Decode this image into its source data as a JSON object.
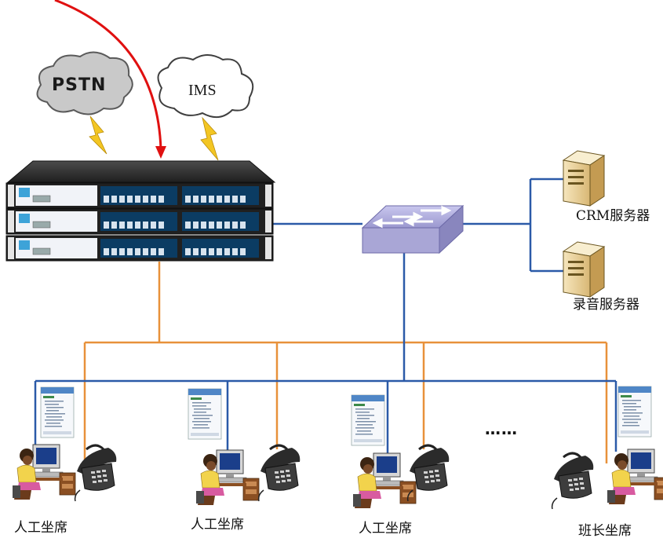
{
  "clouds": {
    "pstn": "PSTN",
    "ims": "IMS"
  },
  "servers": {
    "crm": "CRM服务器",
    "recording": "录音服务器"
  },
  "agents": [
    {
      "label": "人工坐席"
    },
    {
      "label": "人工坐席"
    },
    {
      "label": "人工坐席"
    },
    {
      "label": "班长坐席"
    }
  ],
  "ellipsis": "……",
  "colors": {
    "data_network": "#2b5aa8",
    "voice_network": "#e8913a",
    "inbound_arrow": "#e01010",
    "lightning": "#f3c623",
    "switch": "#a9a6d6"
  }
}
